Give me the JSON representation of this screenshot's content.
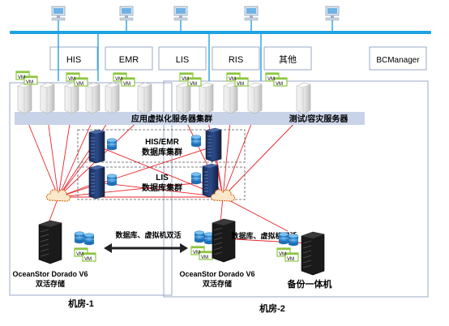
{
  "apps": [
    "HIS",
    "EMR",
    "LIS",
    "RIS",
    "其他",
    "BCManager"
  ],
  "cluster_labels": {
    "app_virtualization": "应用虚拟化服务器集群",
    "test_dr": "测试/容灾服务器",
    "his_emr_db_line1": "HIS/EMR",
    "his_emr_db_line2": "数据库集群",
    "lis_db_line1": "LIS",
    "lis_db_line2": "数据库集群"
  },
  "vm_label": "VM",
  "link_label": "数据库、虚拟机双活",
  "storage": {
    "left_line1": "OceanStor Dorado V6",
    "left_line2": "双活存储",
    "right_line1": "OceanStor Dorado V6",
    "right_line2": "双活存储"
  },
  "backup_label": "备份一体机",
  "rooms": {
    "room1": "机房-1",
    "room2": "机房-2"
  },
  "colors": {
    "network_bar": "#1fa3e0",
    "cluster_band": "#c9d3e8",
    "link_line": "#e8232a",
    "vm_green": "#8cc63f",
    "arrow": "#222222"
  }
}
